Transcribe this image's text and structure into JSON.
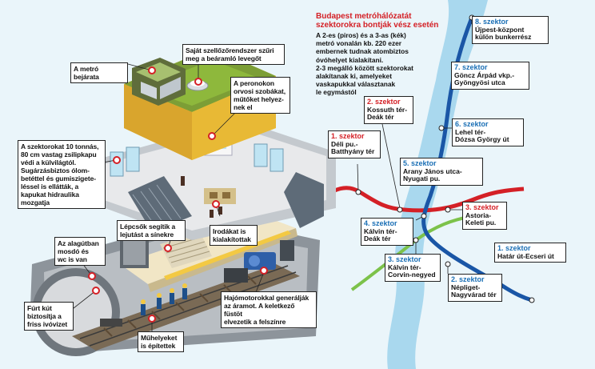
{
  "colors": {
    "river": "#a9d8ee",
    "red_line": "#d42026",
    "blue_line": "#1a56a6",
    "green_line": "#7cc24a",
    "accent_red": "#d42026",
    "accent_blue": "#1a6fb5",
    "building_yellow": "#f3c943",
    "tunnel_grey": "#9aa0a6"
  },
  "callouts": {
    "entrance": "A metró bejárata",
    "ventilation": "Saját szellőzőrendszer szűri\nmeg a beáramló levegőt",
    "medical": "A peronokon\norvosi szobákat,\nműtőket helyez-\nnek el",
    "gates": "A szektorokat 10 tonnás,\n80 cm vastag zsilipkapu\nvédi a külvilágtól.\nSugárzásbiztos ólom-\nbetéttel és gumiszigete-\nléssel is ellátták, a\nkapukat hidraulika\nmozgatja",
    "stairs": "Lépcsők segítik a\nlejutást a sínekre",
    "offices": "Irodákat is\nkialakítottak",
    "wash": "Az alagútban\nmosdó és\nwc is van",
    "well": "Fúrt kút\nbiztosítja a\nfriss ivóvizet",
    "workshops": "Műhelyeket\nis építettek",
    "engines": "Hajómotorokkal generálják\naz áramot. A keletkező füstöt\nelvezetik a felszínre"
  },
  "map_title": [
    "Budapest metróhálózatát",
    "szektorokra bontják vész esetén"
  ],
  "map_info": [
    "A 2-es (piros) és a 3-as (kék)",
    "metró vonalán kb. 220 ezer",
    "embernek tudnak atombiztos",
    "óvóhelyet kialakítani.",
    "2-3 megálló között szektorokat",
    "alakítanak ki, amelyeket",
    "vaskapukkal választanak",
    "le egymástól"
  ],
  "sectors": [
    {
      "id": "8",
      "title": "8. szektor",
      "name": "Újpest-központ\nkülön bunkerrész",
      "color": "blue"
    },
    {
      "id": "7",
      "title": "7. szektor",
      "name": "Göncz Árpád vkp.-\nGyöngyösi utca",
      "color": "blue"
    },
    {
      "id": "2",
      "title": "2. szektor",
      "name": "Kossuth tér-\nDeák tér",
      "color": "red"
    },
    {
      "id": "6",
      "title": "6. szektor",
      "name": "Lehel tér-\nDózsa György út",
      "color": "blue"
    },
    {
      "id": "1r",
      "title": "1. szektor",
      "name": "Déli pu.-\nBatthyány tér",
      "color": "red"
    },
    {
      "id": "5",
      "title": "5. szektor",
      "name": "Arany János utca-\nNyugati pu.",
      "color": "blue"
    },
    {
      "id": "3r",
      "title": "3. szektor",
      "name": "Astoria-\nKeleti pu.",
      "color": "red"
    },
    {
      "id": "4",
      "title": "4. szektor",
      "name": "Kálvin tér-\nDeák tér",
      "color": "blue"
    },
    {
      "id": "1b",
      "title": "1. szektor",
      "name": "Határ út-Ecseri út",
      "color": "blue"
    },
    {
      "id": "3b",
      "title": "3. szektor",
      "name": "Kálvin tér-\nCorvin-negyed",
      "color": "blue"
    },
    {
      "id": "2b",
      "title": "2. szektor",
      "name": "Népliget-\nNagyvárad tér",
      "color": "blue"
    }
  ]
}
